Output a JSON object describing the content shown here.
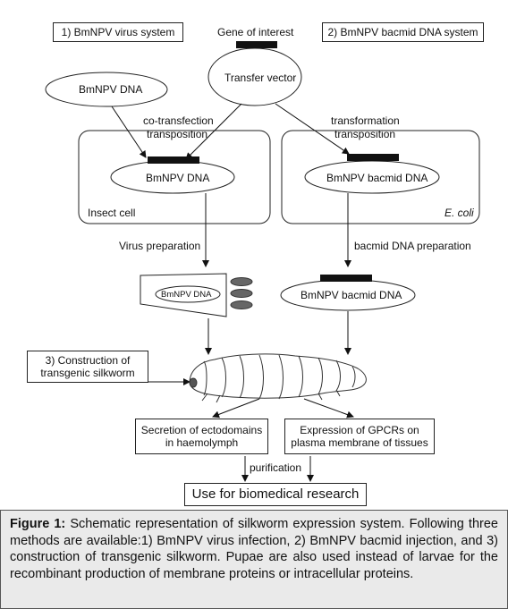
{
  "labels": {
    "method1": "1) BmNPV virus system",
    "method2": "2) BmNPV bacmid DNA system",
    "gene": "Gene of interest",
    "transfer_vector": "Transfer vector",
    "bmnpv_dna": "BmNPV DNA",
    "cotransfection": "co-transfection",
    "transposition_left": "transposition",
    "transformation": "transformation",
    "transposition_right": "transposition",
    "insect_dna": "BmNPV DNA",
    "insect_cell": "Insect cell",
    "bacmid_dna_ecoli": "BmNPV bacmid DNA",
    "ecoli": "E. coli",
    "virus_prep": "Virus preparation",
    "bacmid_prep": "bacmid DNA preparation",
    "virus_dna": "BmNPV DNA",
    "bacmid_dna_final": "BmNPV bacmid DNA",
    "method3_line1": "3) Construction of",
    "method3_line2": "transgenic silkworm",
    "secretion_line1": "Secretion of ectodomains",
    "secretion_line2": "in haemolymph",
    "expression_line1": "Expression of GPCRs on",
    "expression_line2": "plasma membrane of tissues",
    "purification": "purification",
    "use": "Use for biomedical research"
  },
  "caption": {
    "bold": "Figure 1:",
    "text": " Schematic representation of silkworm expression system. Following three methods are available:1) BmNPV virus infection, 2) BmNPV bacmid injection, and 3) construction of transgenic silkworm. Pupae are also used instead of larvae for the recombinant production of membrane proteins or intracellular proteins."
  }
}
